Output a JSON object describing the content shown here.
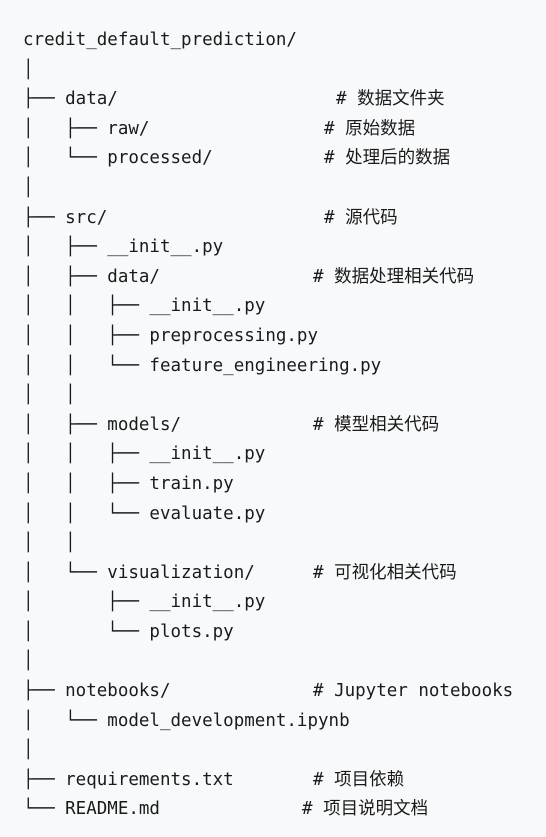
{
  "lines": [
    {
      "tree": "credit_default_prediction/",
      "comment": ""
    },
    {
      "tree": "│",
      "comment": ""
    },
    {
      "tree": "├── data/",
      "comment": "# 数据文件夹",
      "col": 313
    },
    {
      "tree": "│   ├── raw/",
      "comment": "# 原始数据",
      "col": 301
    },
    {
      "tree": "│   └── processed/",
      "comment": "# 处理后的数据",
      "col": 301
    },
    {
      "tree": "│",
      "comment": ""
    },
    {
      "tree": "├── src/",
      "comment": "# 源代码",
      "col": 301
    },
    {
      "tree": "│   ├── __init__.py",
      "comment": ""
    },
    {
      "tree": "│   ├── data/",
      "comment": "# 数据处理相关代码",
      "col": 290
    },
    {
      "tree": "│   │   ├── __init__.py",
      "comment": ""
    },
    {
      "tree": "│   │   ├── preprocessing.py",
      "comment": ""
    },
    {
      "tree": "│   │   └── feature_engineering.py",
      "comment": ""
    },
    {
      "tree": "│   │",
      "comment": ""
    },
    {
      "tree": "│   ├── models/",
      "comment": "# 模型相关代码",
      "col": 290
    },
    {
      "tree": "│   │   ├── __init__.py",
      "comment": ""
    },
    {
      "tree": "│   │   ├── train.py",
      "comment": ""
    },
    {
      "tree": "│   │   └── evaluate.py",
      "comment": ""
    },
    {
      "tree": "│   │",
      "comment": ""
    },
    {
      "tree": "│   └── visualization/",
      "comment": "# 可视化相关代码",
      "col": 290
    },
    {
      "tree": "│       ├── __init__.py",
      "comment": ""
    },
    {
      "tree": "│       └── plots.py",
      "comment": ""
    },
    {
      "tree": "│",
      "comment": ""
    },
    {
      "tree": "├── notebooks/",
      "comment": "# Jupyter notebooks",
      "col": 290
    },
    {
      "tree": "│   └── model_development.ipynb",
      "comment": ""
    },
    {
      "tree": "│",
      "comment": ""
    },
    {
      "tree": "├── requirements.txt",
      "comment": "# 项目依赖",
      "col": 290
    },
    {
      "tree": "└── README.md",
      "comment": "# 项目说明文档",
      "col": 279
    }
  ]
}
